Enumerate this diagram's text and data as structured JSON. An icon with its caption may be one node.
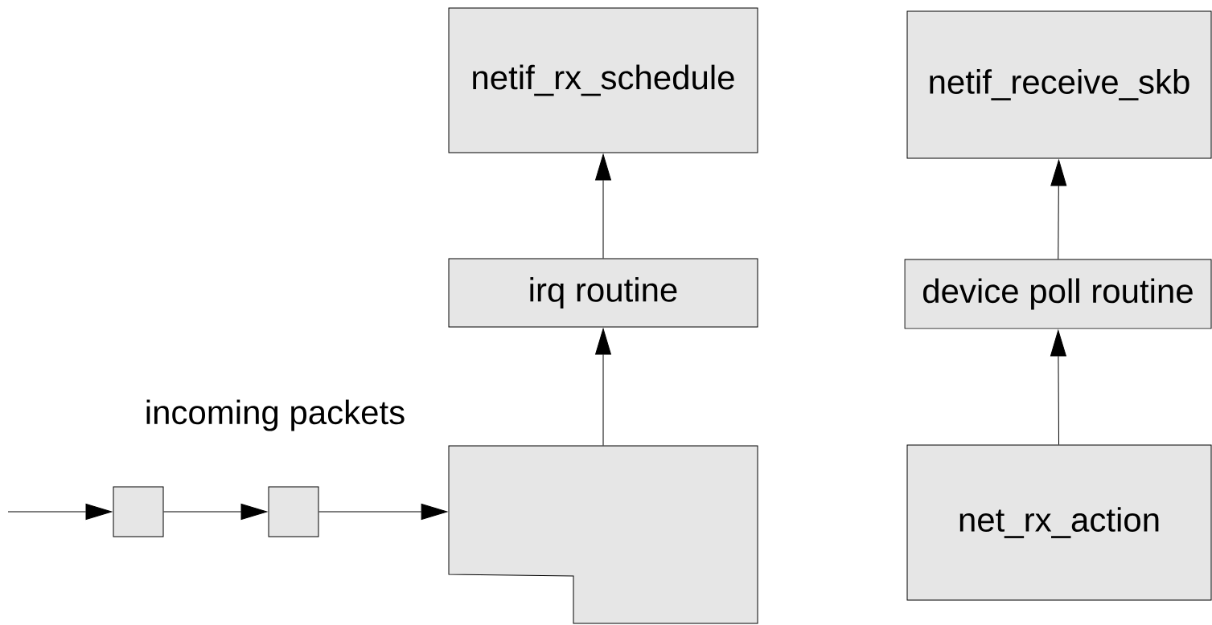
{
  "diagram": {
    "nodes": [
      {
        "text": [
          "netif_rx_schedule"
        ]
      },
      {
        "text": [
          "irq routine"
        ]
      },
      {
        "text": [],
        "shape": "box"
      },
      {
        "text": [],
        "shape": "box"
      },
      {
        "text": [],
        "shape": "box"
      },
      {
        "text": [
          "netif_receive_skb"
        ]
      },
      {
        "text": [
          "device poll routine"
        ]
      },
      {
        "text": [
          "net_rx_action"
        ]
      }
    ],
    "edges": [
      {
        "from": null,
        "to": 3,
        "arrow": "to"
      },
      {
        "from": 3,
        "to": 4,
        "arrow": "to"
      },
      {
        "from": 4,
        "to": 2,
        "arrow": "to"
      },
      {
        "from": 2,
        "to": 1,
        "arrow": "to"
      },
      {
        "from": 1,
        "to": 0,
        "arrow": "to"
      },
      {
        "from": 7,
        "to": 6,
        "arrow": "to"
      },
      {
        "from": 6,
        "to": 5,
        "arrow": "to"
      }
    ],
    "labels": [
      "incoming packets"
    ]
  }
}
